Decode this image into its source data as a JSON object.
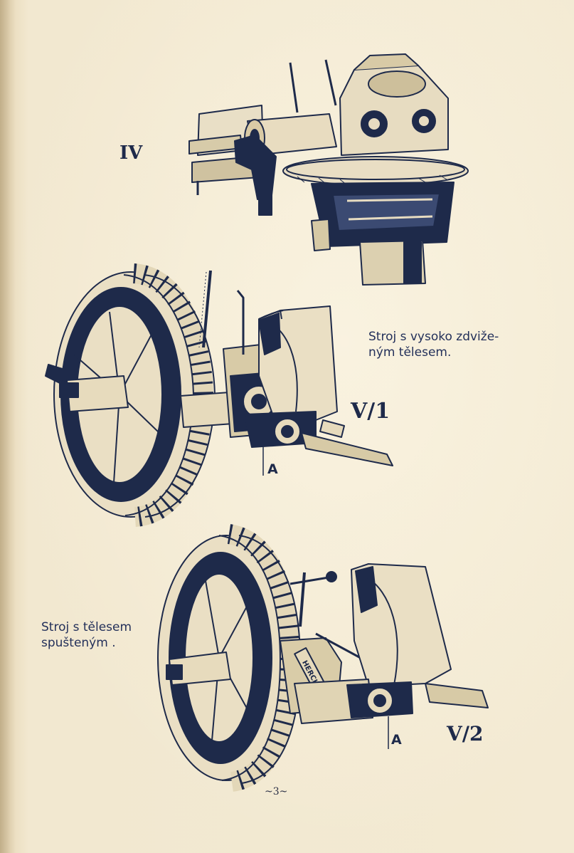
{
  "figures": [
    {
      "id": "IV",
      "label": "IV"
    },
    {
      "id": "V1",
      "label": "V/1",
      "caption_lines": [
        "Stroj s vysoko zdviže-",
        "ným tělesem."
      ],
      "callout": "A"
    },
    {
      "id": "V2",
      "label": "V/2",
      "caption_lines": [
        "Stroj s tělesem",
        "spušteným ."
      ],
      "callout": "A",
      "nameplate": "HERCHAR"
    }
  ],
  "page_number": "~3~",
  "colors": {
    "paper": "#f1e7cf",
    "ink": "#1e2a4a",
    "ink_dark": "#0f1a3a"
  }
}
